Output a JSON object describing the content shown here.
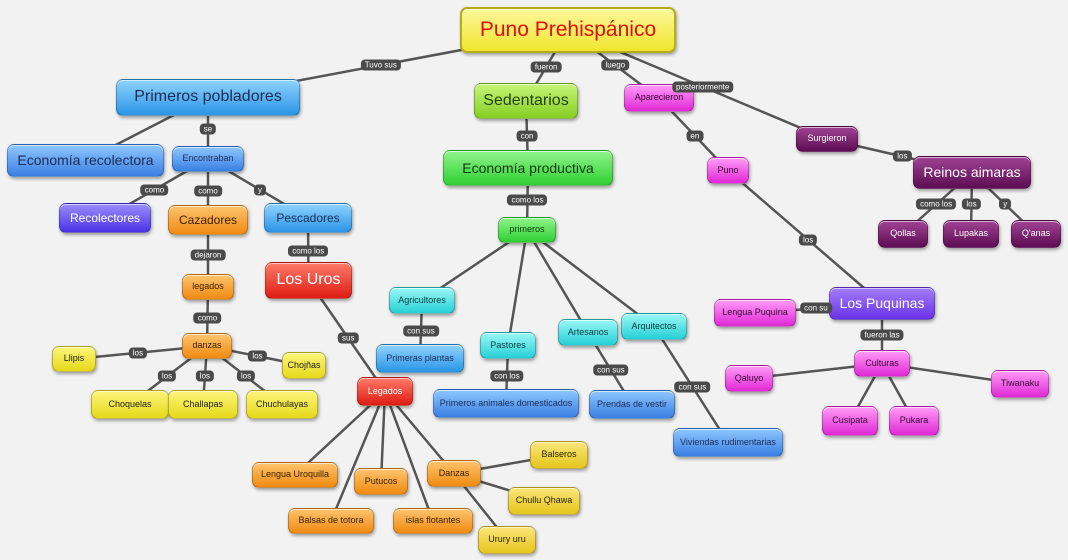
{
  "nodes": [
    {
      "id": "puno_preh",
      "label": "Puno Prehispánico",
      "style": "title",
      "size": "xl"
    },
    {
      "id": "primeros",
      "label": "Primeros pobladores",
      "style": "blue",
      "size": "l"
    },
    {
      "id": "sedentarios",
      "label": "Sedentarios",
      "style": "lgreen",
      "size": "l"
    },
    {
      "id": "aparecieron",
      "label": "Aparecieron",
      "style": "magenta",
      "size": "s"
    },
    {
      "id": "surgieron",
      "label": "Surgieron",
      "style": "dpurple",
      "size": "s"
    },
    {
      "id": "econ_rec",
      "label": "Economía recolectora",
      "style": "blue2",
      "size": "m"
    },
    {
      "id": "encontraban",
      "label": "Encontraban",
      "style": "blue2",
      "size": "s"
    },
    {
      "id": "econ_prod",
      "label": "Economía productiva",
      "style": "green",
      "size": "m"
    },
    {
      "id": "puno",
      "label": "Puno",
      "style": "magenta",
      "size": "s"
    },
    {
      "id": "reinos",
      "label": "Reinos aimaras",
      "style": "dpurple",
      "size": "m"
    },
    {
      "id": "recolectores",
      "label": "Recolectores",
      "style": "indigo",
      "size": "sm"
    },
    {
      "id": "cazadores",
      "label": "Cazadores",
      "style": "orange",
      "size": "sm"
    },
    {
      "id": "pescadores",
      "label": "Pescadores",
      "style": "blue",
      "size": "sm"
    },
    {
      "id": "primeros2",
      "label": "primeros",
      "style": "green",
      "size": "s"
    },
    {
      "id": "qollas",
      "label": "Qollas",
      "style": "dpurple",
      "size": "s"
    },
    {
      "id": "lupakas",
      "label": "Lupakas",
      "style": "dpurple",
      "size": "s"
    },
    {
      "id": "qanas",
      "label": "Q'anas",
      "style": "dpurple",
      "size": "s"
    },
    {
      "id": "legados1",
      "label": "legados",
      "style": "orange",
      "size": "s"
    },
    {
      "id": "los_uros",
      "label": "Los Uros",
      "style": "red",
      "size": "l"
    },
    {
      "id": "agricultores",
      "label": "Agricultores",
      "style": "cyan",
      "size": "s"
    },
    {
      "id": "lengua_puq",
      "label": "Lengua Puquina",
      "style": "magenta",
      "size": "s"
    },
    {
      "id": "los_puquinas",
      "label": "Los Puquinas",
      "style": "purple",
      "size": "m"
    },
    {
      "id": "danzas1",
      "label": "danzas",
      "style": "orange",
      "size": "s"
    },
    {
      "id": "pastores",
      "label": "Pastores",
      "style": "cyan",
      "size": "s"
    },
    {
      "id": "artesanos",
      "label": "Artesanos",
      "style": "cyan",
      "size": "s"
    },
    {
      "id": "arquitectos",
      "label": "Arquitectos",
      "style": "cyan",
      "size": "s"
    },
    {
      "id": "llipis",
      "label": "Llipis",
      "style": "yellow",
      "size": "s"
    },
    {
      "id": "chojnas",
      "label": "Chojñas",
      "style": "yellow",
      "size": "s"
    },
    {
      "id": "primeras_pl",
      "label": "Primeras plantas",
      "style": "blue",
      "size": "s"
    },
    {
      "id": "culturas",
      "label": "Culturas",
      "style": "magenta",
      "size": "s"
    },
    {
      "id": "qaluyo",
      "label": "Qaluyo",
      "style": "magenta",
      "size": "s"
    },
    {
      "id": "tiwanaku",
      "label": "Tiwanaku",
      "style": "magenta",
      "size": "s"
    },
    {
      "id": "legados2",
      "label": "Legados",
      "style": "red",
      "size": "s"
    },
    {
      "id": "choquelas",
      "label": "Choquelas",
      "style": "yellow",
      "size": "s"
    },
    {
      "id": "challapas",
      "label": "Challapas",
      "style": "yellow",
      "size": "s"
    },
    {
      "id": "chuchulayas",
      "label": "Chuchulayas",
      "style": "yellow",
      "size": "s"
    },
    {
      "id": "prim_anim",
      "label": "Primeros animales domesticados",
      "style": "blue2",
      "size": "s"
    },
    {
      "id": "prendas",
      "label": "Prendas de vestir",
      "style": "blue2",
      "size": "s"
    },
    {
      "id": "cusipata",
      "label": "Cusipata",
      "style": "magenta",
      "size": "s"
    },
    {
      "id": "pukara",
      "label": "Pukara",
      "style": "magenta",
      "size": "s"
    },
    {
      "id": "viviendas",
      "label": "Viviendas rudimentarias",
      "style": "blue2",
      "size": "s"
    },
    {
      "id": "balseros",
      "label": "Balseros",
      "style": "bgold",
      "size": "s"
    },
    {
      "id": "lengua_uro",
      "label": "Lengua Uroquilla",
      "style": "orange",
      "size": "s"
    },
    {
      "id": "putucos",
      "label": "Putucos",
      "style": "orange",
      "size": "s"
    },
    {
      "id": "danzas2",
      "label": "Danzas",
      "style": "orange",
      "size": "s"
    },
    {
      "id": "chullu",
      "label": "Chullu Qhawa",
      "style": "bgold",
      "size": "s"
    },
    {
      "id": "balsas",
      "label": "Balsas de totora",
      "style": "orange",
      "size": "s"
    },
    {
      "id": "islas",
      "label": "islas flotantes",
      "style": "orange",
      "size": "s"
    },
    {
      "id": "urury",
      "label": "Urury uru",
      "style": "bgold",
      "size": "s"
    }
  ],
  "edges": [
    {
      "from": "puno_preh",
      "to": "primeros",
      "label": "Tuvo sus"
    },
    {
      "from": "puno_preh",
      "to": "sedentarios",
      "label": "fueron"
    },
    {
      "from": "puno_preh",
      "to": "aparecieron",
      "label": "luego"
    },
    {
      "from": "puno_preh",
      "to": "surgieron",
      "label": "posteriormente"
    },
    {
      "from": "primeros",
      "to": "econ_rec",
      "label": ""
    },
    {
      "from": "primeros",
      "to": "encontraban",
      "label": "se"
    },
    {
      "from": "encontraban",
      "to": "recolectores",
      "label": "como"
    },
    {
      "from": "encontraban",
      "to": "cazadores",
      "label": "como"
    },
    {
      "from": "encontraban",
      "to": "pescadores",
      "label": "y"
    },
    {
      "from": "cazadores",
      "to": "legados1",
      "label": "dejaron"
    },
    {
      "from": "pescadores",
      "to": "los_uros",
      "label": "como los"
    },
    {
      "from": "legados1",
      "to": "danzas1",
      "label": "como"
    },
    {
      "from": "danzas1",
      "to": "llipis",
      "label": "los"
    },
    {
      "from": "danzas1",
      "to": "chojnas",
      "label": "los"
    },
    {
      "from": "danzas1",
      "to": "choquelas",
      "label": "los"
    },
    {
      "from": "danzas1",
      "to": "challapas",
      "label": "los"
    },
    {
      "from": "danzas1",
      "to": "chuchulayas",
      "label": "los"
    },
    {
      "from": "los_uros",
      "to": "legados2",
      "label": "sus"
    },
    {
      "from": "legados2",
      "to": "lengua_uro",
      "label": ""
    },
    {
      "from": "legados2",
      "to": "balsas",
      "label": ""
    },
    {
      "from": "legados2",
      "to": "putucos",
      "label": ""
    },
    {
      "from": "legados2",
      "to": "islas",
      "label": ""
    },
    {
      "from": "legados2",
      "to": "danzas2",
      "label": ""
    },
    {
      "from": "danzas2",
      "to": "balseros",
      "label": ""
    },
    {
      "from": "danzas2",
      "to": "chullu",
      "label": ""
    },
    {
      "from": "danzas2",
      "to": "urury",
      "label": ""
    },
    {
      "from": "sedentarios",
      "to": "econ_prod",
      "label": "con"
    },
    {
      "from": "econ_prod",
      "to": "primeros2",
      "label": "como los"
    },
    {
      "from": "primeros2",
      "to": "agricultores",
      "label": ""
    },
    {
      "from": "primeros2",
      "to": "pastores",
      "label": ""
    },
    {
      "from": "primeros2",
      "to": "artesanos",
      "label": ""
    },
    {
      "from": "primeros2",
      "to": "arquitectos",
      "label": ""
    },
    {
      "from": "agricultores",
      "to": "primeras_pl",
      "label": "con sus"
    },
    {
      "from": "pastores",
      "to": "prim_anim",
      "label": "con los"
    },
    {
      "from": "artesanos",
      "to": "prendas",
      "label": "con sus"
    },
    {
      "from": "arquitectos",
      "to": "viviendas",
      "label": "con sus"
    },
    {
      "from": "aparecieron",
      "to": "puno",
      "label": "en"
    },
    {
      "from": "puno",
      "to": "los_puquinas",
      "label": "los"
    },
    {
      "from": "los_puquinas",
      "to": "lengua_puq",
      "label": "con su"
    },
    {
      "from": "los_puquinas",
      "to": "culturas",
      "label": "fueron las"
    },
    {
      "from": "culturas",
      "to": "qaluyo",
      "label": ""
    },
    {
      "from": "culturas",
      "to": "tiwanaku",
      "label": ""
    },
    {
      "from": "culturas",
      "to": "cusipata",
      "label": ""
    },
    {
      "from": "culturas",
      "to": "pukara",
      "label": ""
    },
    {
      "from": "surgieron",
      "to": "reinos",
      "label": "los"
    },
    {
      "from": "reinos",
      "to": "qollas",
      "label": "como los"
    },
    {
      "from": "reinos",
      "to": "lupakas",
      "label": "los"
    },
    {
      "from": "reinos",
      "to": "qanas",
      "label": "y"
    }
  ]
}
